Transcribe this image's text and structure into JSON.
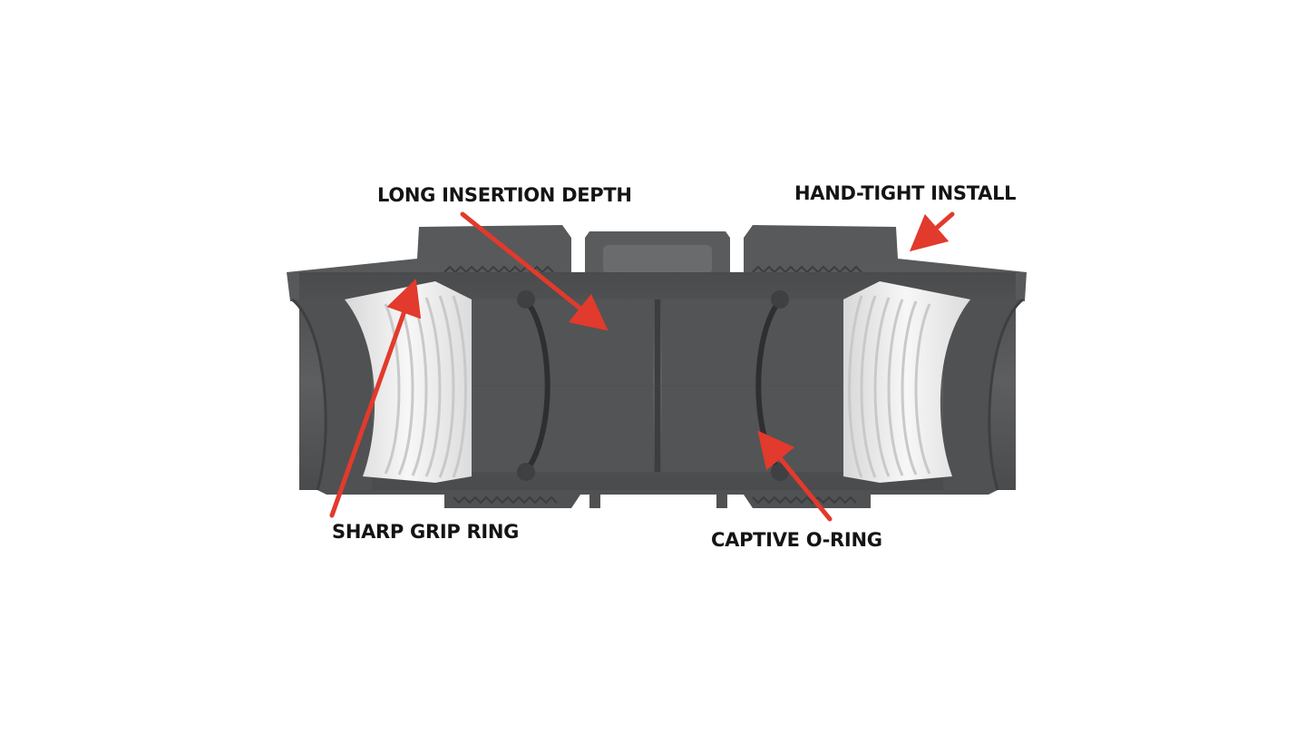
{
  "diagram": {
    "callouts": {
      "long_insertion": "LONG INSERTION DEPTH",
      "hand_tight": "HAND-TIGHT INSTALL",
      "grip_ring": "SHARP GRIP RING",
      "o_ring": "CAPTIVE O-RING"
    },
    "colors": {
      "body": "#595a5c",
      "body_dark": "#48494b",
      "body_light": "#6e6f71",
      "grip_ring": "#f1f1f1",
      "arrow": "#e23a2c",
      "label": "#141414",
      "background": "#ffffff"
    }
  }
}
